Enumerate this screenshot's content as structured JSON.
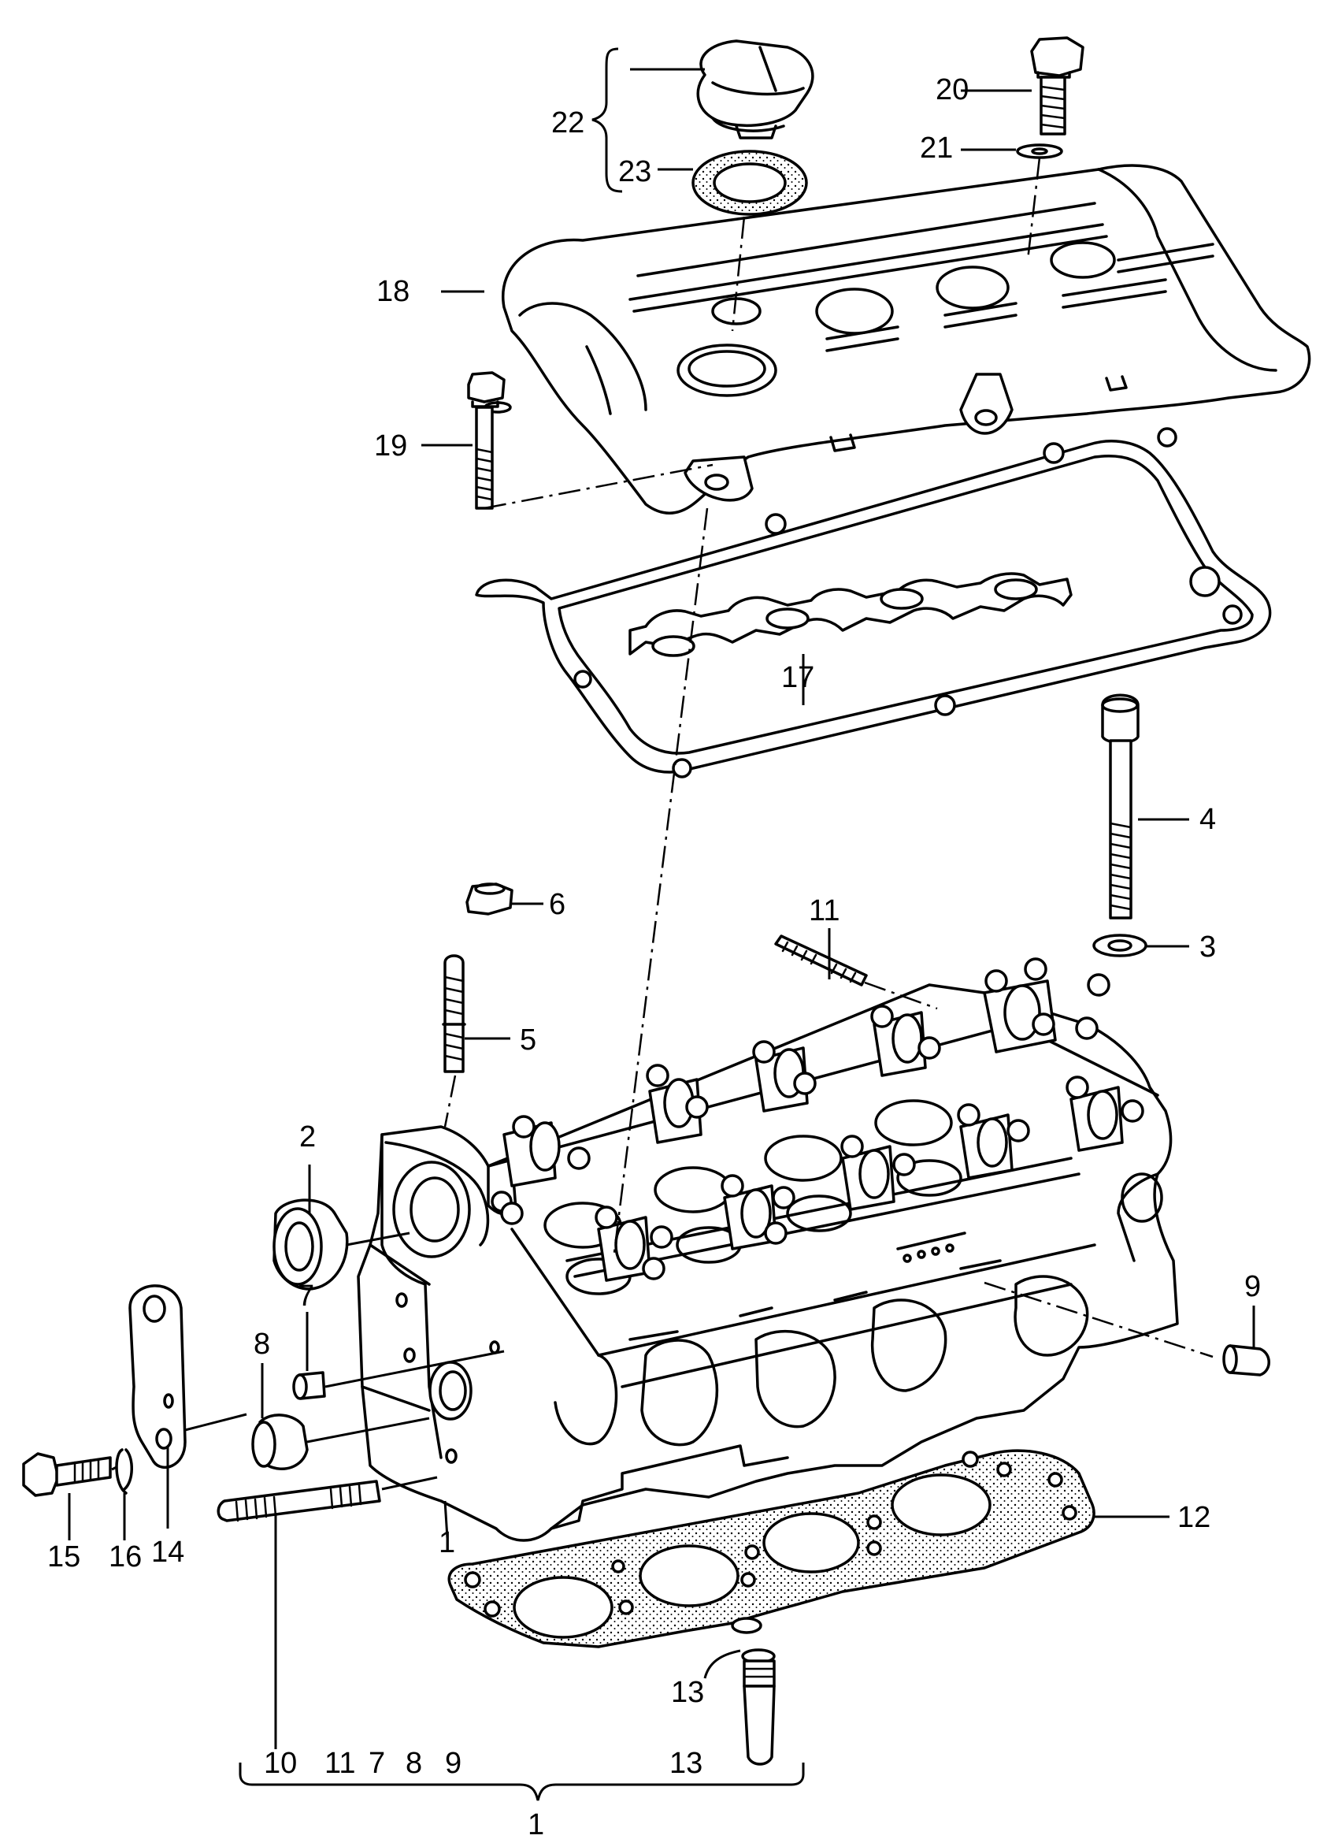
{
  "callouts": {
    "c1": "1",
    "c2": "2",
    "c3": "3",
    "c4": "4",
    "c5": "5",
    "c6": "6",
    "c7": "7",
    "c8": "8",
    "c9": "9",
    "c10": "10",
    "c11": "11",
    "c12": "12",
    "c13": "13",
    "c14": "14",
    "c15": "15",
    "c16": "16",
    "c17": "17",
    "c18": "18",
    "c19": "19",
    "c20": "20",
    "c21": "21",
    "c22": "22",
    "c23": "23",
    "group": {
      "c10": "10",
      "c11": "11",
      "c7": "7",
      "c8": "8",
      "c9": "9",
      "c13": "13",
      "c1": "1"
    }
  },
  "parts": [
    "cylinder-head",
    "camshaft-seal",
    "washer",
    "head-bolt",
    "stud",
    "nut",
    "plug",
    "cap",
    "plug",
    "stud",
    "stud",
    "head-gasket",
    "valve-guide",
    "lifting-eye",
    "bolt",
    "washer",
    "valve-cover-gasket",
    "valve-cover",
    "bolt",
    "bolt",
    "washer",
    "oil-filler-cap",
    "seal"
  ]
}
